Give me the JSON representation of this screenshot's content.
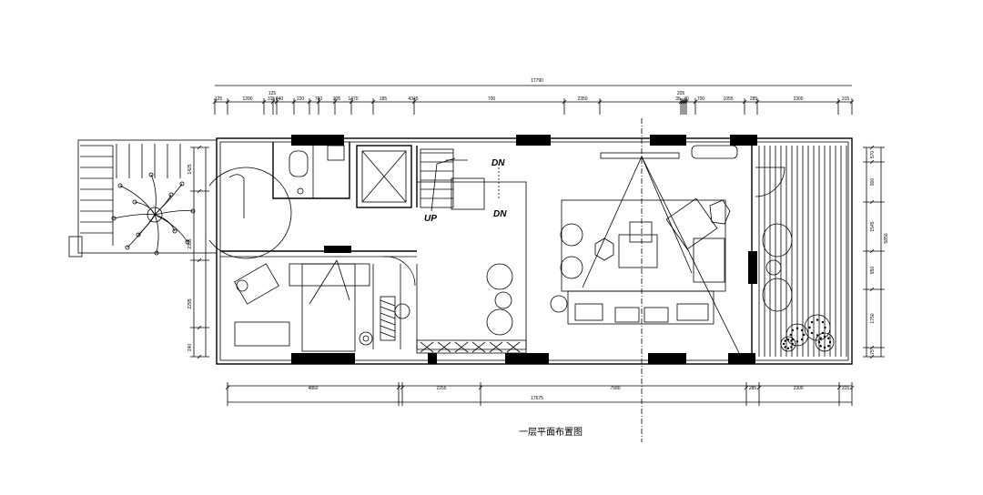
{
  "title": "一层平面布置图",
  "top_dims": {
    "total": "17790",
    "segments": [
      "125",
      "1200",
      "125",
      "315",
      "840",
      "220",
      "760",
      "205",
      "1470",
      "185",
      "4345",
      "700",
      "2350",
      "205",
      "35",
      "30",
      "700",
      "1055",
      "285",
      "2300",
      "315"
    ]
  },
  "bottom_dims": {
    "total": "17675",
    "segments": [
      "4860",
      "",
      "2255",
      "7580",
      "285",
      "2300",
      "315"
    ]
  },
  "right_dims": {
    "total": "5850",
    "segments": [
      "570",
      "900",
      "1545",
      "950",
      "1750",
      "75"
    ]
  },
  "left_dims": {
    "segments": [
      "1425",
      "2335",
      "2295",
      "240"
    ]
  },
  "stair_labels": {
    "up": "UP",
    "dn_top": "DN",
    "dn_bottom": "DN"
  }
}
